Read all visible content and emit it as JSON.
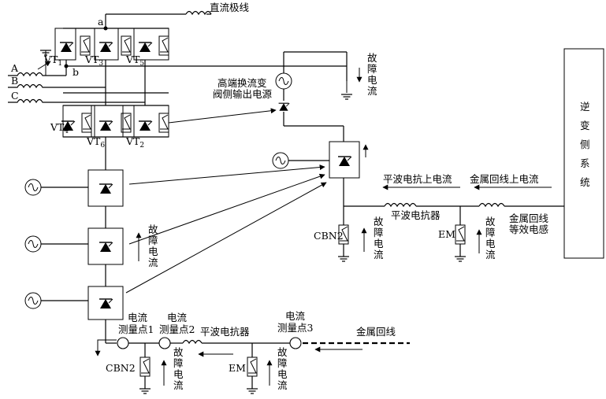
{
  "labels": {
    "dc_pole_line": "直流极线",
    "node_a": "a",
    "node_b": "b",
    "phase_a": "A",
    "phase_b": "B",
    "phase_c": "C",
    "vt1": "VT",
    "vt1_sub": "1",
    "vt3": "VT",
    "vt3_sub": "3",
    "vt5": "VT",
    "vt5_sub": "5",
    "vt4": "VT",
    "vt4_sub": "4",
    "vt6": "VT",
    "vt6_sub": "6",
    "vt2": "VT",
    "vt2_sub": "2",
    "fault_current_top": [
      "故",
      "障",
      "电",
      "流"
    ],
    "high_end_source_line1": "高端换流变",
    "high_end_source_line2": "阀侧输出电源",
    "inverter_side_system": [
      "逆",
      "变",
      "侧",
      "系",
      "统"
    ],
    "smoothing_reactor_current": "平波电抗上电流",
    "metallic_return_current": "金属回线上电流",
    "smoothing_reactor_right": "平波电抗器",
    "metallic_return_inductance_line1": "金属回线",
    "metallic_return_inductance_line2": "等效电感",
    "cbn2_right": "CBN2",
    "em_right": "EM",
    "fault_current_cbn2_right": [
      "故",
      "障",
      "电",
      "流"
    ],
    "fault_current_em_right": [
      "故",
      "障",
      "电",
      "流"
    ],
    "fault_current_left": [
      "故",
      "障",
      "电",
      "流"
    ],
    "measure_point1_line1": "电流",
    "measure_point1_line2": "测量点1",
    "measure_point2_line1": "电流",
    "measure_point2_line2": "测量点2",
    "smoothing_reactor_bottom": "平波电抗器",
    "measure_point3_line1": "电流",
    "measure_point3_line2": "测量点3",
    "metallic_return_line": "金属回线",
    "cbn2_bottom": "CBN2",
    "em_bottom": "EM",
    "fault_current_cbn2_bottom": [
      "故",
      "障",
      "电",
      "流"
    ],
    "fault_current_em_bottom": [
      "故",
      "障",
      "电",
      "流"
    ]
  },
  "icons": {
    "ac_source": "ac-source-icon",
    "thyristor": "thyristor-icon",
    "arrester": "surge-arrester-icon",
    "inductor": "inductor-icon",
    "ground": "ground-icon",
    "current_transducer": "current-transducer-icon"
  }
}
